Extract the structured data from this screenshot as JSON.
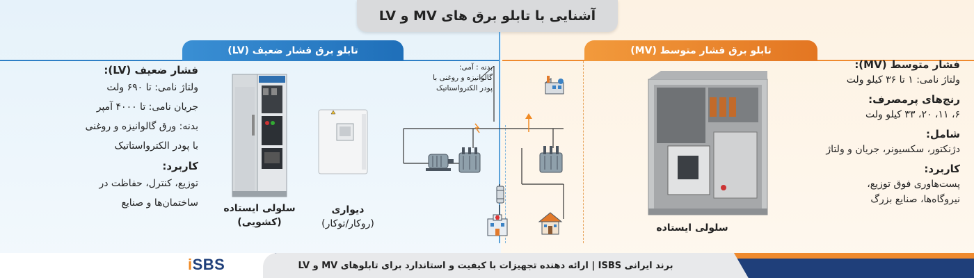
{
  "title": "آشنایی با تابلو برق های MV و LV",
  "lv": {
    "header": "تابلو برق فشار ضعیف (LV)",
    "heading": "فشار ضعیف (LV):",
    "lines": [
      "ولتاژ نامی: تا ۶۹۰ ولت",
      "جریان نامی: تا ۴۰۰۰ آمپر",
      "بدنه: ورق گالوانیزه و روغنی",
      "با پودر الکترواستاتیک"
    ],
    "usage_heading": "کاربرد:",
    "usage_lines": [
      "توزیع، کنترل، حفاظت در",
      "ساختمان‌ها و صنایع"
    ],
    "standing_caption_1": "سلولی ایستاده",
    "standing_caption_2": "(کشویی)",
    "wall_caption_1": "دیواری",
    "wall_caption_2": "(روکار/توکار)"
  },
  "mv": {
    "header": "تابلو برق فشار متوسط (MV)",
    "heading": "فشار متوسط (MV):",
    "voltage": "ولتاژ نامی: ۱ تا ۳۶ کیلو ولت",
    "ranges_heading": "رنج‌های پرمصرف:",
    "ranges": "۶، ۱۱، ۲۰، ۳۳ کیلو ولت",
    "includes_heading": "شامل:",
    "includes": "دژنکتور، سکسیونر، جریان و ولتاژ",
    "usage_heading": "کاربرد:",
    "usage_lines": [
      "پست‌هاوری فوق توزیع،",
      "نیروگاه‌ها، صنایع بزرگ"
    ],
    "standing_caption": "سلولی ایستاده"
  },
  "body_note": {
    "line1": "بدنه : آمی:",
    "line2": "گالوانیزه و روغنی با",
    "line3": "پودر الکترواستاتیک"
  },
  "footer": {
    "text": "برند ایرانی ISBS | ارائه دهنده تجهیزات با کیفیت و استاندارد برای تابلوهای MV و LV",
    "logo_i": "i",
    "logo_rest": "SBS"
  },
  "colors": {
    "lv_blue": "#1f6fb9",
    "mv_orange": "#e37622",
    "navy": "#1f3f7a"
  }
}
